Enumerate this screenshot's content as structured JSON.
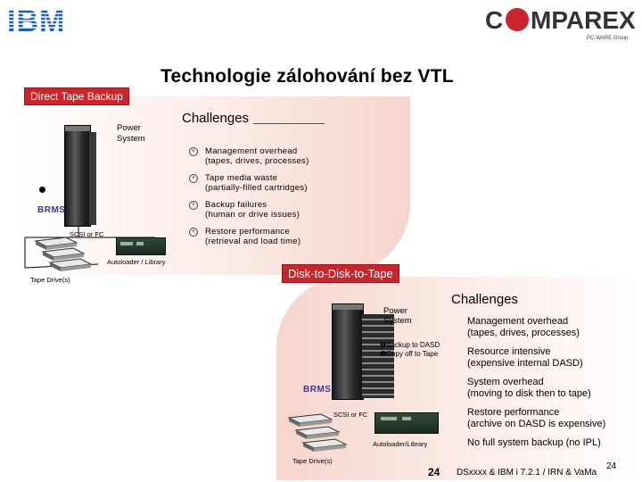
{
  "header": {
    "ibm_logo_text": "IBM",
    "comparex_logo_text": "COMPAREX",
    "comparex_tagline": "PC-WARE Group",
    "title": "Technologie zálohování bez VTL"
  },
  "section1": {
    "tag": "Direct Tape Backup",
    "server_label": [
      "Power",
      "System"
    ],
    "brms": "BRMS",
    "connection_label": "SCSI or FC",
    "library_label": "Autoloader / Library",
    "tape_label": "Tape Drive(s)",
    "challenges_title": "Challenges",
    "challenges": [
      [
        "Management overhead",
        "(tapes, drives, processes)"
      ],
      [
        "Tape media waste",
        "(partially-filled cartridges)"
      ],
      [
        "Backup failures",
        "(human or drive issues)"
      ],
      [
        "Restore performance",
        "(retrieval and load time)"
      ]
    ]
  },
  "section2": {
    "tag": "Disk-to-Disk-to-Tape",
    "server_label": [
      "Power",
      "System"
    ],
    "steps": [
      "❶Backup to DASD",
      "❷Copy off to Tape"
    ],
    "brms": "BRMS",
    "connection_label": "SCSI or FC",
    "library_label": "Autoloader/Library",
    "tape_label": "Tape Drive(s)",
    "challenges_title": "Challenges",
    "challenges": [
      [
        "Management overhead",
        "(tapes, drives, processes)"
      ],
      [
        "Resource intensive",
        "(expensive internal DASD)"
      ],
      [
        "System overhead",
        "(moving to disk then to tape)"
      ],
      [
        "Restore performance",
        "(archive on DASD is expensive)"
      ],
      [
        "No full system backup (no IPL)",
        ""
      ]
    ]
  },
  "footer": {
    "page_left": "24",
    "text": "DSxxxx & IBM i 7.2.1 / IRN & VaMa",
    "page_right": "24"
  },
  "colors": {
    "tag_red": "#c8252c",
    "comparex_red": "#c8252c",
    "ibm_blue": "#1f5fa8",
    "region_tint": "#f6d5cd"
  }
}
